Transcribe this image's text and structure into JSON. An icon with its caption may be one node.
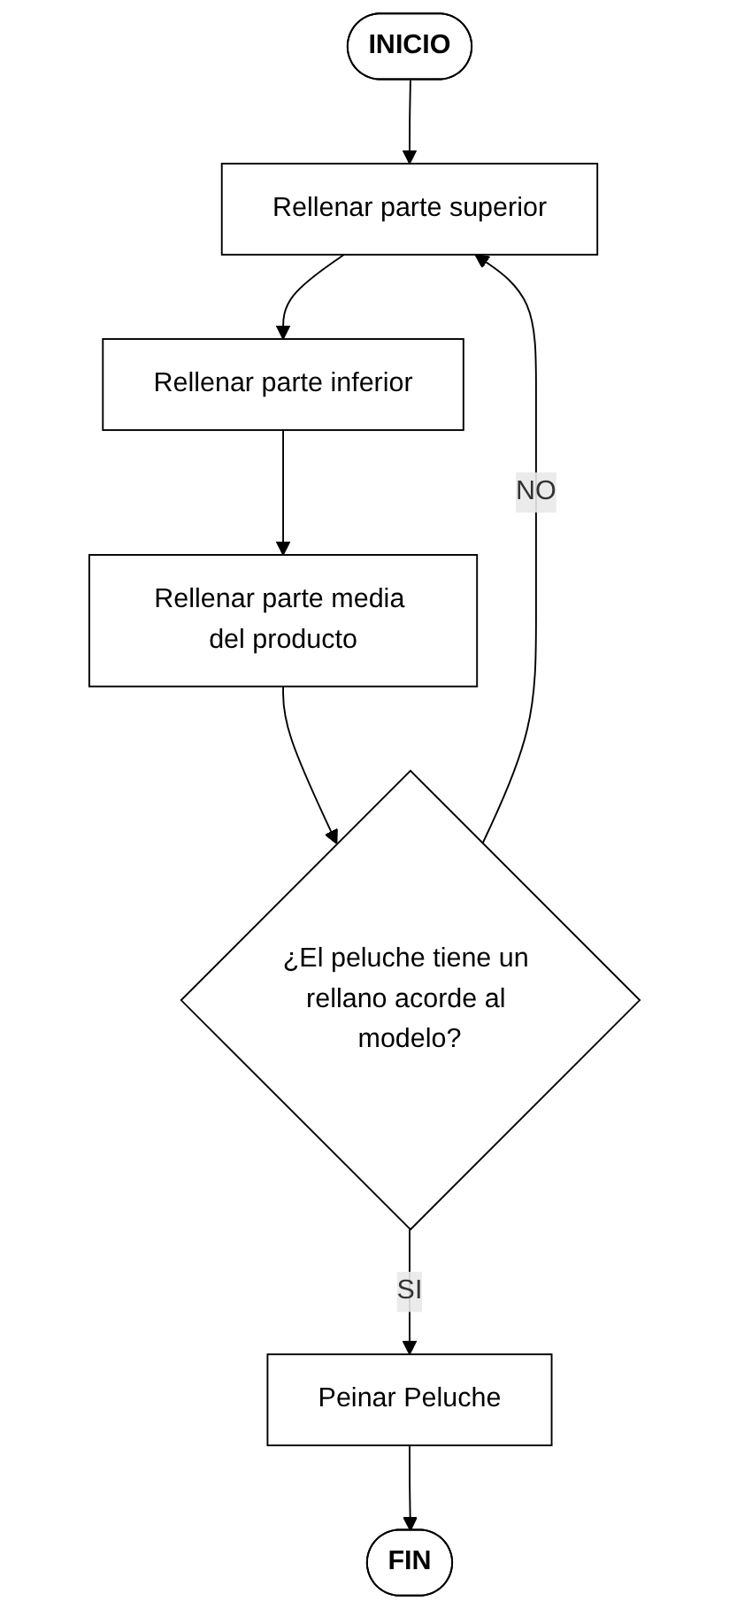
{
  "diagram": {
    "nodes": [
      {
        "text": [
          "INICIO"
        ]
      },
      {
        "text": [
          "Rellenar parte superior"
        ]
      },
      {
        "text": [
          "Rellenar parte inferior"
        ]
      },
      {
        "text": [
          "Rellenar parte media del producto"
        ]
      },
      {
        "text": [
          "¿El peluche tiene un rellano acorde al modelo?"
        ]
      },
      {
        "text": [
          "Peinar Peluche"
        ]
      },
      {
        "text": [
          "FIN"
        ]
      }
    ],
    "edges": [
      {
        "from": 0,
        "to": 1,
        "arrow": "to"
      },
      {
        "from": 1,
        "to": 2,
        "arrow": "to"
      },
      {
        "from": 2,
        "to": 3,
        "arrow": "to"
      },
      {
        "from": 3,
        "to": 4,
        "arrow": "to"
      },
      {
        "from": 4,
        "to": 1,
        "arrow": "to",
        "label": "NO"
      },
      {
        "from": 4,
        "to": 5,
        "arrow": "to",
        "label": "SI"
      },
      {
        "from": 5,
        "to": 6,
        "arrow": "to"
      }
    ]
  }
}
